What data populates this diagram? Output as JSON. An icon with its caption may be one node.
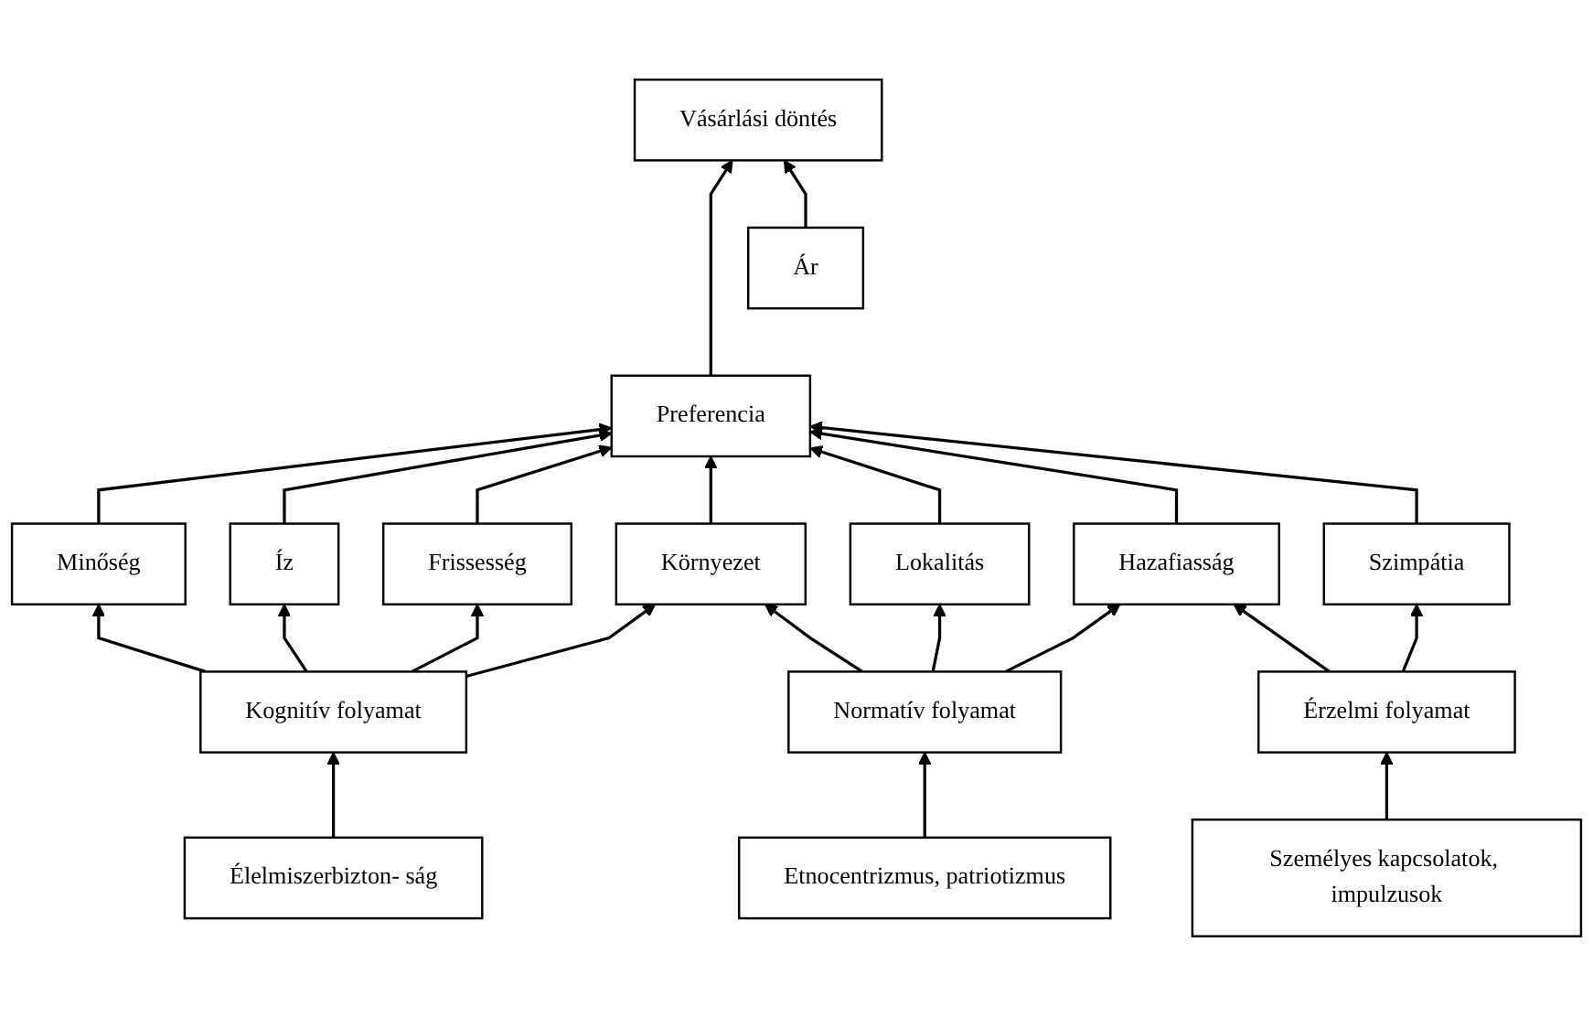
{
  "diagram": {
    "nodes": [
      {
        "text": [
          "Vásárlási döntés"
        ]
      },
      {
        "text": [
          "Ár"
        ]
      },
      {
        "text": [
          "Preferencia"
        ]
      },
      {
        "text": [
          "Minőség"
        ]
      },
      {
        "text": [
          "Íz"
        ]
      },
      {
        "text": [
          "Frissesség"
        ]
      },
      {
        "text": [
          "Környezet"
        ]
      },
      {
        "text": [
          "Lokalitás"
        ]
      },
      {
        "text": [
          "Hazafiasság"
        ]
      },
      {
        "text": [
          "Szimpátia"
        ]
      },
      {
        "text": [
          "Kognitív folyamat"
        ]
      },
      {
        "text": [
          "Normatív folyamat"
        ]
      },
      {
        "text": [
          "Érzelmi folyamat"
        ]
      },
      {
        "text": [
          "Élelmiszerbizton- ság"
        ]
      },
      {
        "text": [
          "Etnocentrizmus, patriotizmus"
        ]
      },
      {
        "text": [
          "Személyes kapcsolatok, impulzusok"
        ]
      }
    ],
    "edges": [
      {
        "from": 2,
        "to": 0,
        "arrow": "to"
      },
      {
        "from": 1,
        "to": 0,
        "arrow": "to"
      },
      {
        "from": 3,
        "to": 2,
        "arrow": "to"
      },
      {
        "from": 4,
        "to": 2,
        "arrow": "to"
      },
      {
        "from": 5,
        "to": 2,
        "arrow": "to"
      },
      {
        "from": 6,
        "to": 2,
        "arrow": "to"
      },
      {
        "from": 7,
        "to": 2,
        "arrow": "to"
      },
      {
        "from": 8,
        "to": 2,
        "arrow": "to"
      },
      {
        "from": 9,
        "to": 2,
        "arrow": "to"
      },
      {
        "from": 10,
        "to": 3,
        "arrow": "to"
      },
      {
        "from": 10,
        "to": 4,
        "arrow": "to"
      },
      {
        "from": 10,
        "to": 5,
        "arrow": "to"
      },
      {
        "from": 10,
        "to": 6,
        "arrow": "to"
      },
      {
        "from": 11,
        "to": 6,
        "arrow": "to"
      },
      {
        "from": 11,
        "to": 7,
        "arrow": "to"
      },
      {
        "from": 11,
        "to": 8,
        "arrow": "to"
      },
      {
        "from": 12,
        "to": 8,
        "arrow": "to"
      },
      {
        "from": 12,
        "to": 9,
        "arrow": "to"
      },
      {
        "from": 13,
        "to": 10,
        "arrow": "to"
      },
      {
        "from": 14,
        "to": 11,
        "arrow": "to"
      },
      {
        "from": 15,
        "to": 12,
        "arrow": "to"
      }
    ]
  }
}
